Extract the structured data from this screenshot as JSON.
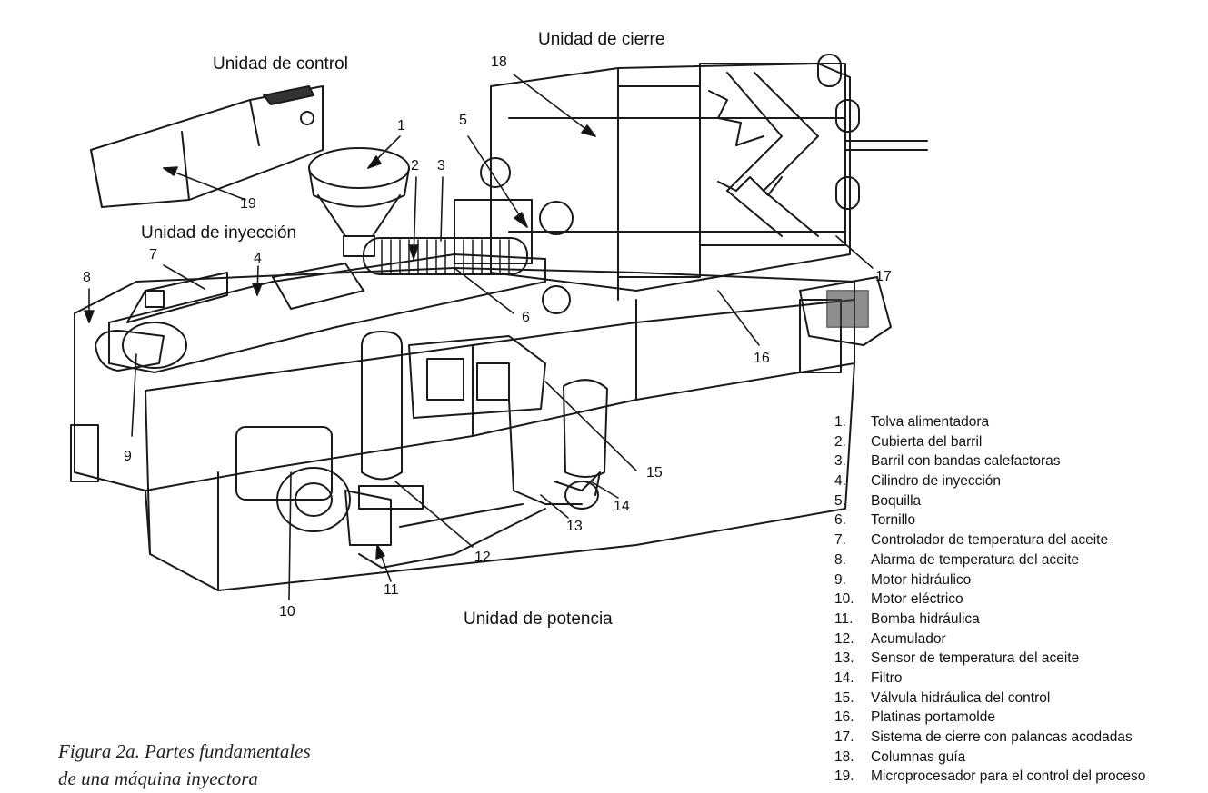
{
  "sections": {
    "control": "Unidad de control",
    "clamp": "Unidad de cierre",
    "injection": "Unidad de inyección",
    "power": "Unidad de potencia"
  },
  "callouts": [
    "1",
    "2",
    "3",
    "4",
    "5",
    "6",
    "7",
    "8",
    "9",
    "10",
    "11",
    "12",
    "13",
    "14",
    "15",
    "16",
    "17",
    "18",
    "19"
  ],
  "legend": [
    {
      "num": "1.",
      "label": "Tolva alimentadora"
    },
    {
      "num": "2.",
      "label": "Cubierta del barril"
    },
    {
      "num": "3.",
      "label": "Barril con bandas calefactoras"
    },
    {
      "num": "4.",
      "label": "Cilindro de inyección"
    },
    {
      "num": "5.",
      "label": "Boquilla"
    },
    {
      "num": "6.",
      "label": "Tornillo"
    },
    {
      "num": "7.",
      "label": "Controlador de temperatura del aceite"
    },
    {
      "num": "8.",
      "label": "Alarma de temperatura del aceite"
    },
    {
      "num": "9.",
      "label": "Motor hidráulico"
    },
    {
      "num": "10.",
      "label": "Motor eléctrico"
    },
    {
      "num": "11.",
      "label": "Bomba hidráulica"
    },
    {
      "num": "12.",
      "label": "Acumulador"
    },
    {
      "num": "13.",
      "label": "Sensor de temperatura del aceite"
    },
    {
      "num": "14.",
      "label": "Filtro"
    },
    {
      "num": "15.",
      "label": "Válvula hidráulica del control"
    },
    {
      "num": "16.",
      "label": "Platinas portamolde"
    },
    {
      "num": "17.",
      "label": "Sistema de cierre con palancas acodadas"
    },
    {
      "num": "18.",
      "label": "Columnas guía"
    },
    {
      "num": "19.",
      "label": "Microprocesador para el control del proceso"
    }
  ],
  "caption": {
    "line1": "Figura 2a. Partes fundamentales",
    "line2": "de una máquina inyectora"
  }
}
